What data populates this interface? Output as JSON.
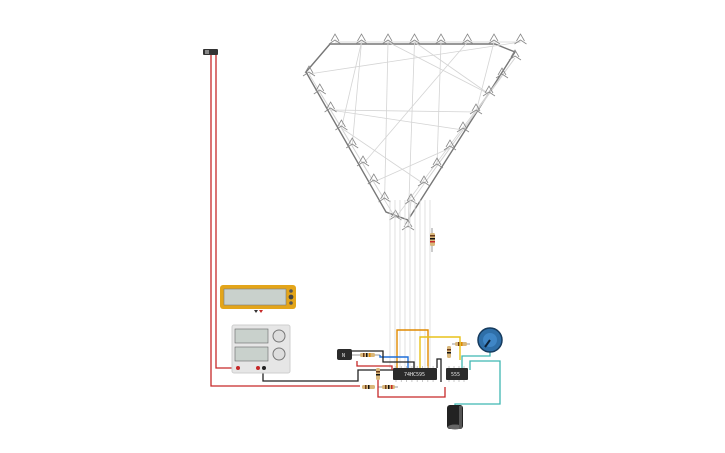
{
  "components": {
    "shift_register": {
      "label": "74HC595"
    },
    "timer": {
      "label": "555"
    },
    "transistor": {
      "label": "N"
    }
  },
  "led_triangle": {
    "led_count_top": 8,
    "led_count_side": 9
  },
  "colors": {
    "wire_red": "#c62828",
    "wire_black": "#222222",
    "wire_blue": "#1e6fd9",
    "wire_orange": "#e08a00",
    "wire_yellow": "#e8c21a",
    "wire_teal": "#3fb6b2",
    "wire_gray": "#cfcfcf",
    "multimeter": "#e3a51a",
    "lcd": "#c9d1cc",
    "chip": "#2b2b2b",
    "pot": "#2f6fa8"
  }
}
